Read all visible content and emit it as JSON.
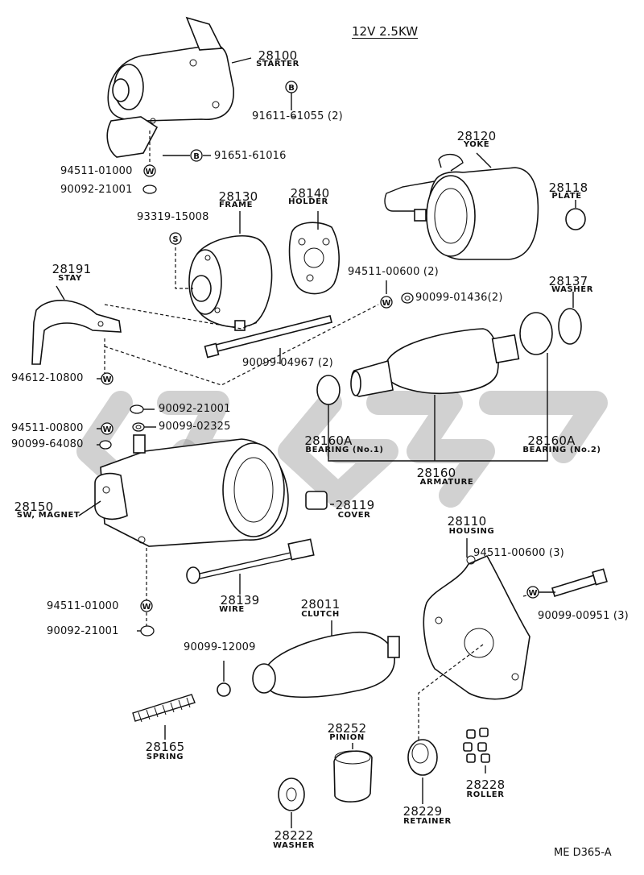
{
  "header": {
    "spec": "12V 2.5KW"
  },
  "footer": {
    "code": "ME D365-A"
  },
  "parts": {
    "starter": {
      "number": "28100",
      "name": "STARTER"
    },
    "yoke": {
      "number": "28120",
      "name": "YOKE"
    },
    "plate": {
      "number": "28118",
      "name": "PLATE"
    },
    "frame": {
      "number": "28130",
      "name": "FRAME"
    },
    "holder": {
      "number": "28140",
      "name": "HOLDER"
    },
    "stay": {
      "number": "28191",
      "name": "STAY"
    },
    "washer_a": {
      "number": "28137",
      "name": "WASHER"
    },
    "bearing1": {
      "number": "28160A",
      "name": "BEARING (No.1)"
    },
    "bearing2": {
      "number": "28160A",
      "name": "BEARING (No.2)"
    },
    "armature": {
      "number": "28160",
      "name": "ARMATURE"
    },
    "sw_magnet": {
      "number": "28150",
      "name": "SW, MAGNET"
    },
    "cover": {
      "number": "28119",
      "name": "COVER"
    },
    "housing": {
      "number": "28110",
      "name": "HOUSING"
    },
    "wire": {
      "number": "28139",
      "name": "WIRE"
    },
    "clutch": {
      "number": "28011",
      "name": "CLUTCH"
    },
    "spring": {
      "number": "28165",
      "name": "SPRING"
    },
    "pinion": {
      "number": "28252",
      "name": "PINION"
    },
    "retainer": {
      "number": "28229",
      "name": "RETAINER"
    },
    "roller": {
      "number": "28228",
      "name": "ROLLER"
    },
    "washer_b": {
      "number": "28222",
      "name": "WASHER"
    }
  },
  "fasteners": {
    "f1": "91611-61055 (2)",
    "f2": "91651-61016",
    "f3": "94511-01000",
    "f4": "90092-21001",
    "f5": "93319-15008",
    "f6": "94511-00600 (2)",
    "f7": "90099-01436(2)",
    "f8": "90099-04967 (2)",
    "f9": "94612-10800",
    "f10": "90092-21001",
    "f11": "94511-00800",
    "f12": "90099-02325",
    "f13": "90099-64080",
    "f14": "94511-00600 (3)",
    "f15": "90099-00951 (3)",
    "f16": "94511-01000",
    "f17": "90092-21001",
    "f18": "90099-12009"
  },
  "symbols": {
    "bolt": "B",
    "washer": "W",
    "stud": "S"
  }
}
